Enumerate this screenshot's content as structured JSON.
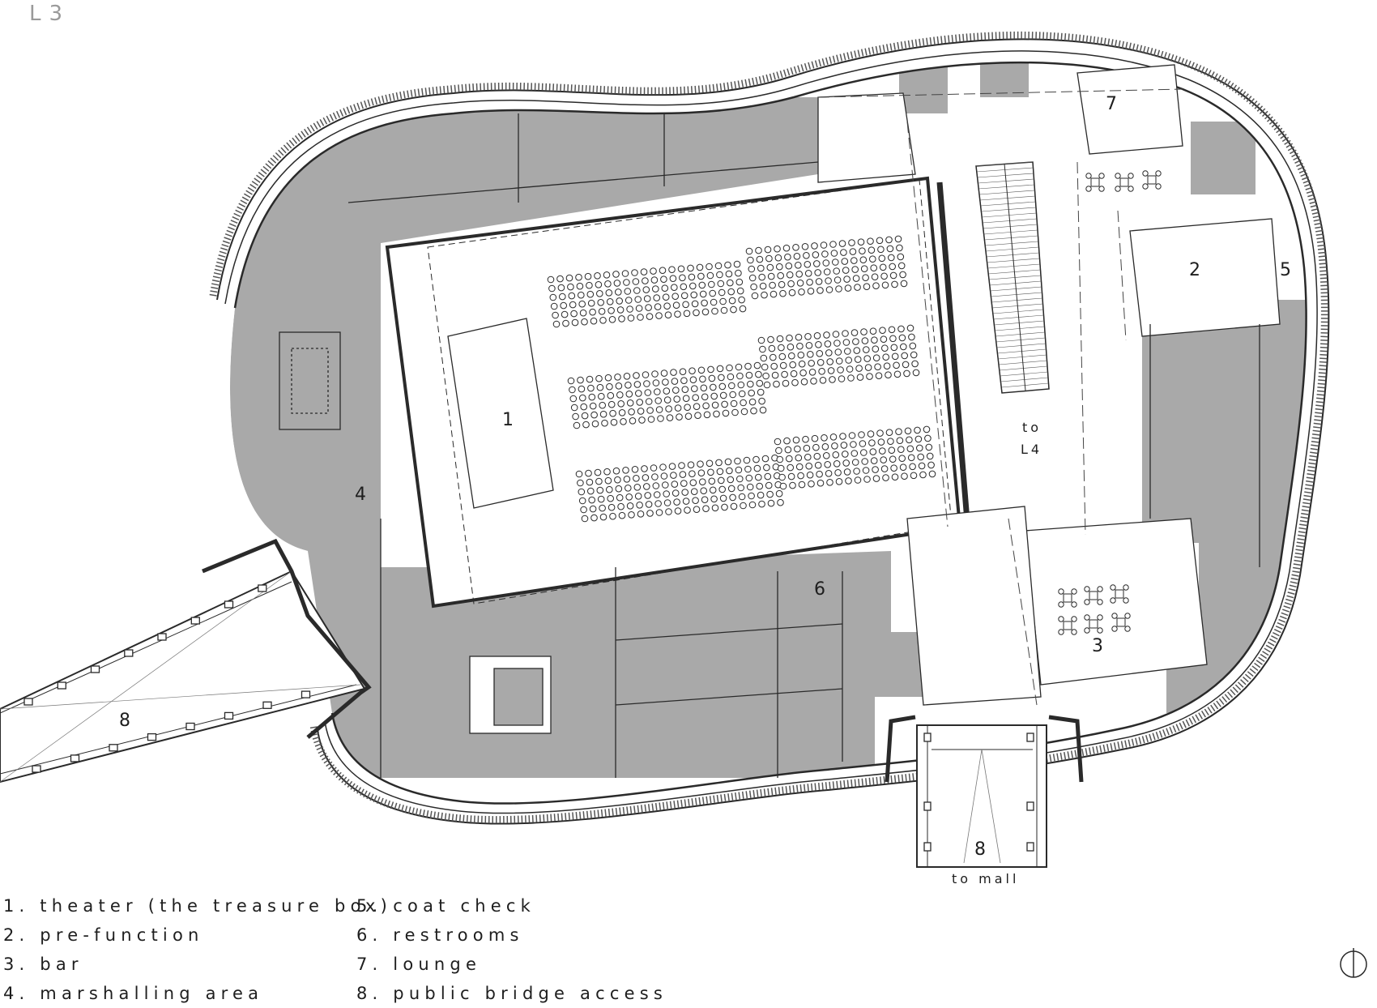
{
  "level": "L3",
  "rooms": [
    {
      "num": "1"
    },
    {
      "num": "2"
    },
    {
      "num": "3"
    },
    {
      "num": "4"
    },
    {
      "num": "5"
    },
    {
      "num": "6"
    },
    {
      "num": "7"
    },
    {
      "num": "8"
    },
    {
      "num": "8"
    }
  ],
  "annotations": {
    "to_l4_line1": "to",
    "to_l4_line2": "L4",
    "to_mall": "to mall"
  },
  "legend": {
    "left": [
      "1. theater (the treasure box)",
      "2. pre-function",
      "3. bar",
      "4. marshalling area"
    ],
    "right": [
      "5. coat check",
      "6. restrooms",
      "7. lounge",
      "8. public bridge access"
    ]
  },
  "colors": {
    "service_fill": "#a9a9a9",
    "line": "#2a2a2a",
    "background": "#ffffff"
  },
  "icons": {
    "north_arrow": "north-arrow-icon"
  }
}
